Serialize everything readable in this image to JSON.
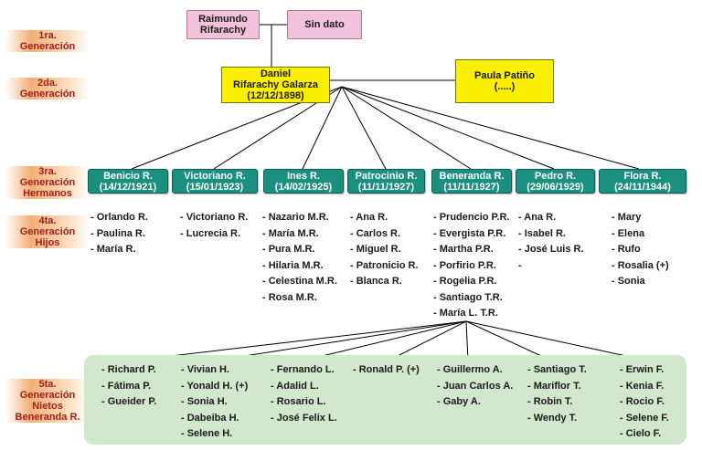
{
  "generations": [
    {
      "lines": [
        "1ra.",
        "Generación"
      ]
    },
    {
      "lines": [
        "2da.",
        "Generación"
      ]
    },
    {
      "lines": [
        "3ra.",
        "Generación",
        "Hermanos"
      ]
    },
    {
      "lines": [
        "4ta.",
        "Generación",
        "Hijos"
      ]
    },
    {
      "lines": [
        "5ta.",
        "Generación",
        "Nietos",
        "Beneranda R."
      ]
    }
  ],
  "gen1": {
    "father": {
      "lines": [
        "Raimundo",
        "Rifarachy"
      ]
    },
    "mother": {
      "lines": [
        "Sin dato"
      ]
    }
  },
  "gen2": {
    "father": {
      "lines": [
        "Daniel",
        "Rifarachy Galarza",
        "(12/12/1898)"
      ]
    },
    "mother": {
      "lines": [
        "Paula Patiño",
        "(.....)"
      ]
    }
  },
  "siblings": [
    {
      "name": "Benicio R.",
      "date": "(14/12/1921)"
    },
    {
      "name": "Victoriano R.",
      "date": "(15/01/1923)"
    },
    {
      "name": "Ines R.",
      "date": "(14/02/1925)"
    },
    {
      "name": "Patrocinio R.",
      "date": "(11/11/1927)"
    },
    {
      "name": "Beneranda R.",
      "date": "(11/11/1927)"
    },
    {
      "name": "Pedro R.",
      "date": "(29/06/1929)"
    },
    {
      "name": "Flora R.",
      "date": "(24/11/1944)"
    }
  ],
  "children": [
    [
      "- Orlando R.",
      "- Paulina R.",
      "- María R."
    ],
    [
      "- Victoriano R.",
      "- Lucrecia R."
    ],
    [
      "- Nazario M.R.",
      "- María M.R.",
      "- Pura M.R.",
      "- Hilaria M.R.",
      "- Celestina M.R.",
      "- Rosa M.R."
    ],
    [
      "- Ana R.",
      "- Carlos R.",
      "- Miguel R.",
      "- Patronicio R.",
      "- Blanca R."
    ],
    [
      "- Prudencio P.R.",
      "- Evergista P.R.",
      "- Martha P.R.",
      "- Porfirio P.R.",
      "- Rogelia P.R.",
      "- Santiago T.R.",
      "- María L. T.R."
    ],
    [
      "- Ana R.",
      "- Isabel R.",
      "- José Luis R.",
      "-"
    ],
    [
      "- Mary",
      "- Elena",
      "- Rufo",
      "- Rosalia (+)",
      "- Sonia"
    ]
  ],
  "grandchildren": [
    [
      "- Richard P.",
      "- Fátima P.",
      "- Gueider P."
    ],
    [
      "- Vivian H.",
      "- Yonald H. (+)",
      "- Sonia H.",
      "- Dabeiba H.",
      "- Selene H."
    ],
    [
      "- Fernando L.",
      "- Adalid L.",
      "- Rosario L.",
      "- José Felix L."
    ],
    [
      "- Ronald P. (+)"
    ],
    [
      "- Guillermo A.",
      "- Juan Carlos A.",
      "- Gaby A."
    ],
    [
      "- Santiago T.",
      "- Mariflor T.",
      "- Robin T.",
      "- Wendy T."
    ],
    [
      "- Erwin F.",
      "- Kenia F.",
      "- Rocio F.",
      "- Selene F.",
      "- Cielo F."
    ]
  ],
  "colors": {
    "label_text": "#a0201e",
    "pink_box": "#f2c2dc",
    "yellow_box": "#fbef00",
    "teal_box": "#1b8f80",
    "panel": "#d2e8cc"
  }
}
